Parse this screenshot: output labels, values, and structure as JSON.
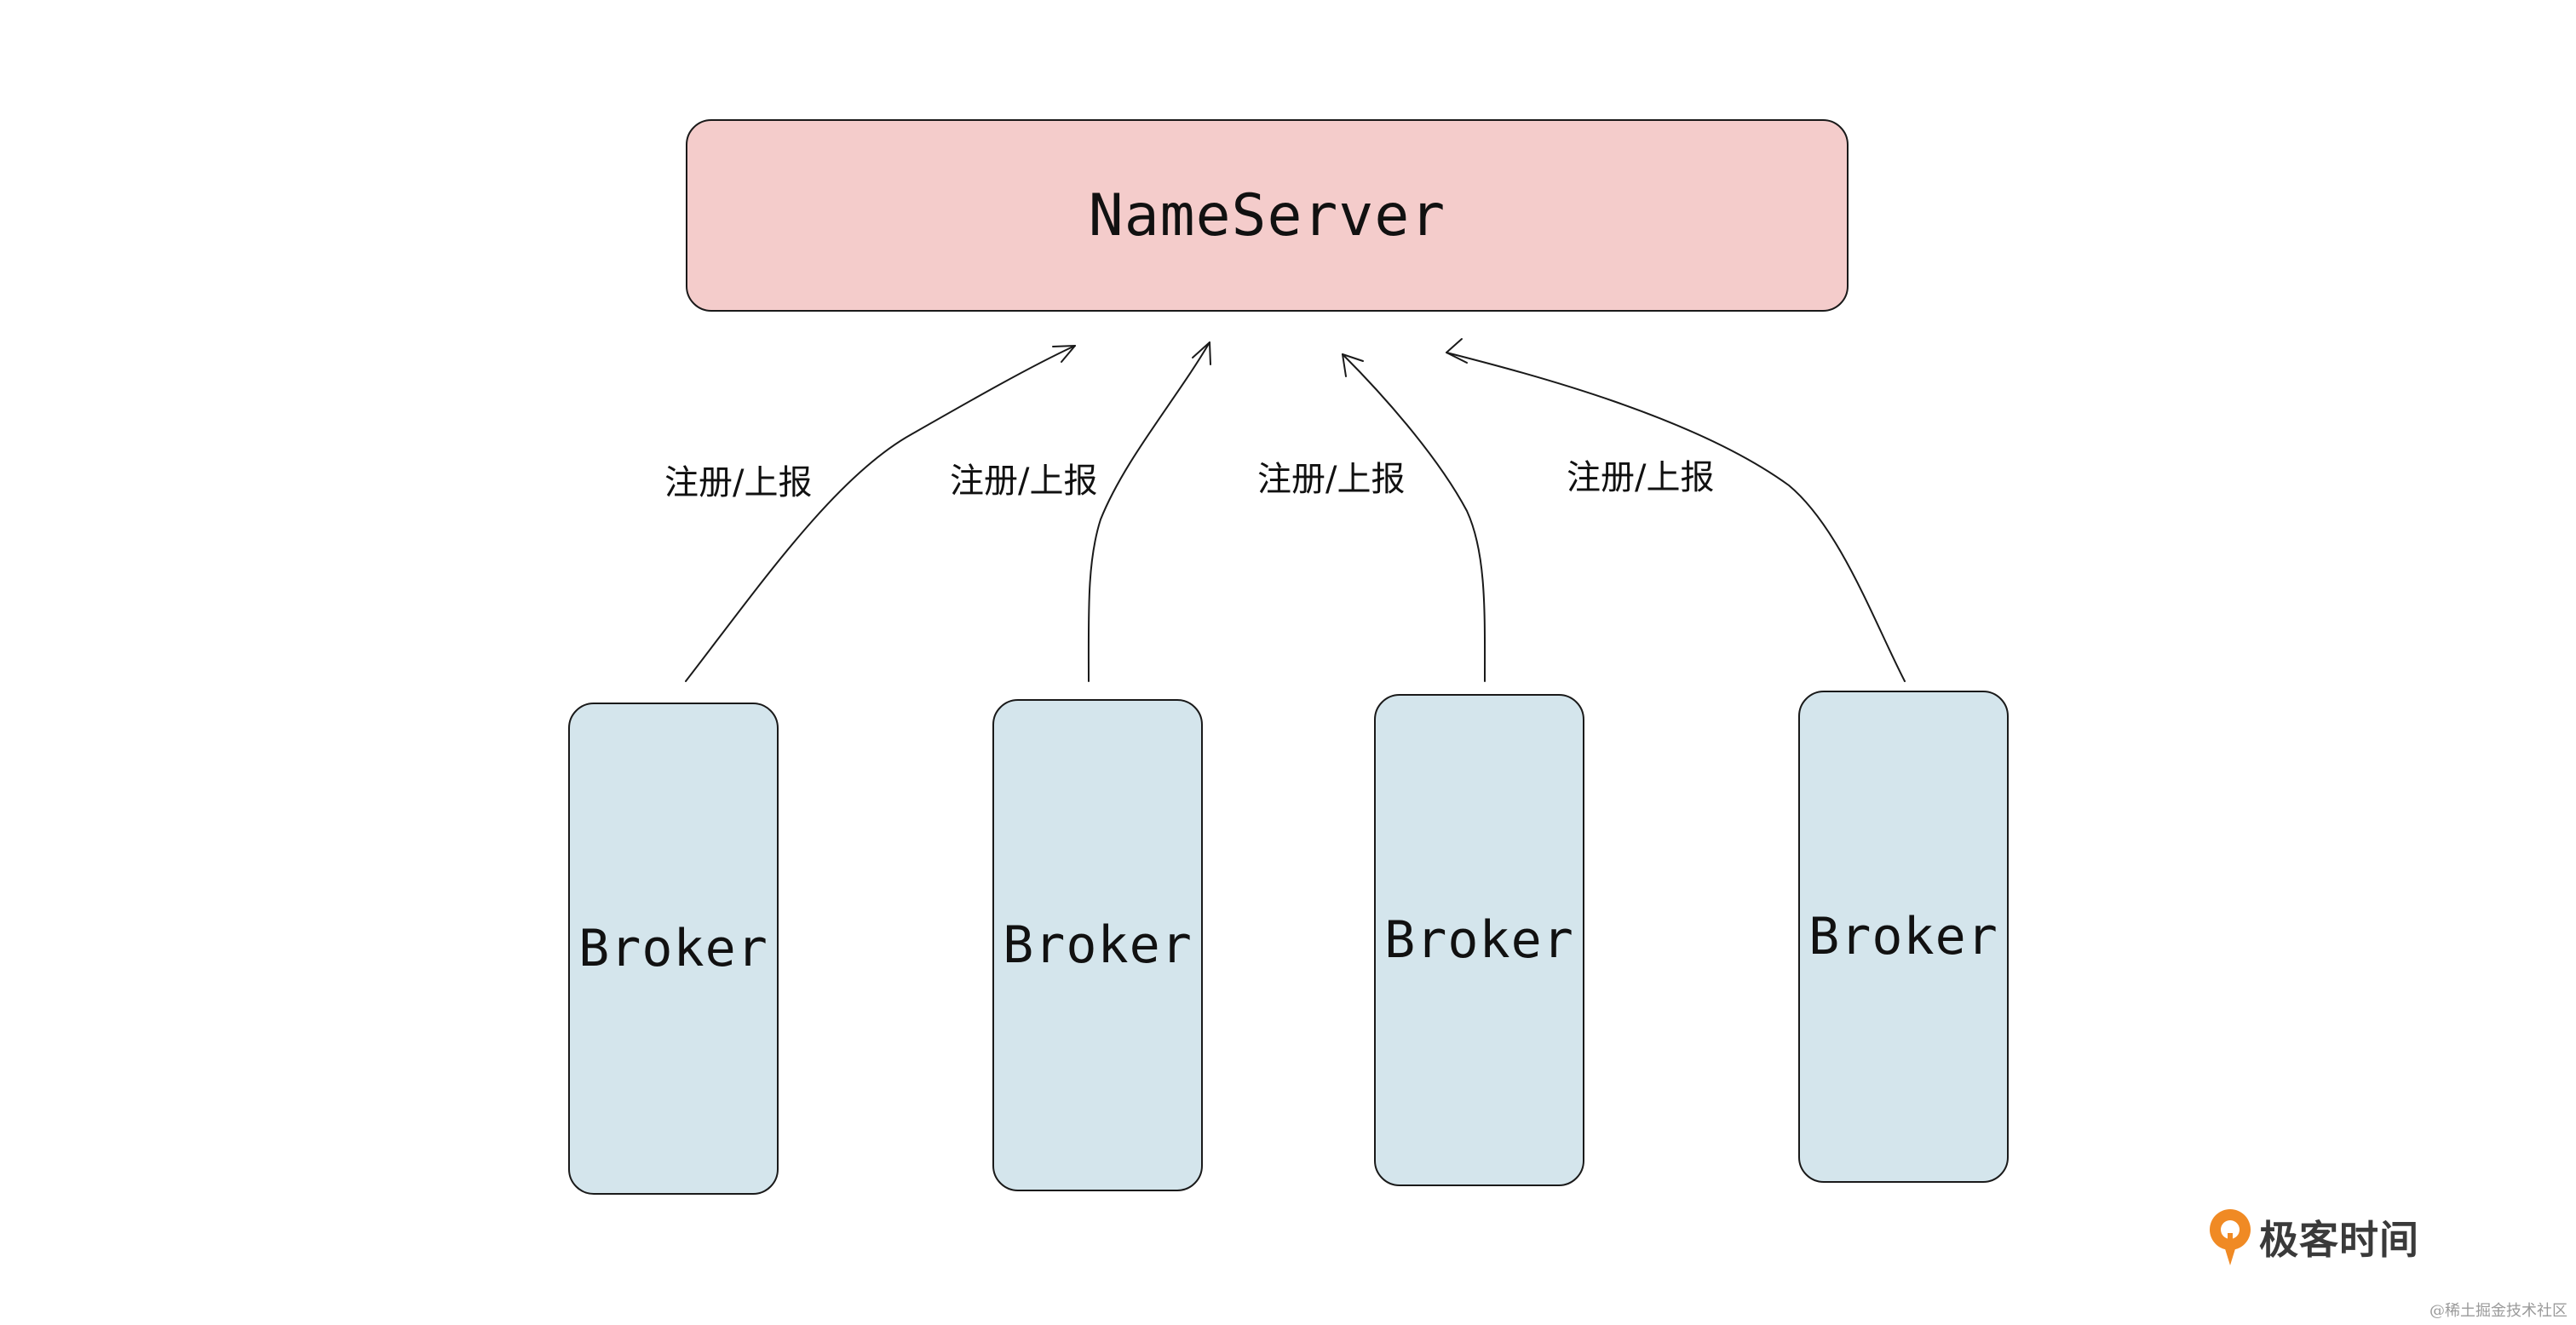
{
  "nameserver": {
    "label": "NameServer"
  },
  "brokers": [
    {
      "label": "Broker"
    },
    {
      "label": "Broker"
    },
    {
      "label": "Broker"
    },
    {
      "label": "Broker"
    }
  ],
  "edges": [
    {
      "label": "注册/上报"
    },
    {
      "label": "注册/上报"
    },
    {
      "label": "注册/上报"
    },
    {
      "label": "注册/上报"
    }
  ],
  "colors": {
    "nameserver_fill": "#f4cccb",
    "broker_fill": "#d4e5ec",
    "stroke": "#1a1a1a",
    "logo_orange": "#f08a24"
  },
  "logo": {
    "text": "极客时间",
    "icon": "geektime-logo-icon"
  },
  "watermark": {
    "text": "@稀土掘金技术社区"
  }
}
